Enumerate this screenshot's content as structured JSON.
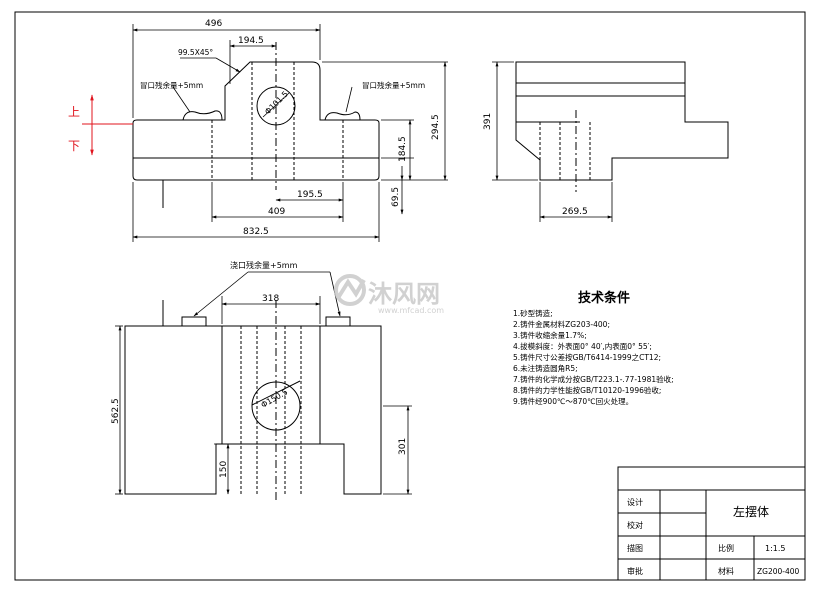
{
  "drawing": {
    "dims_front": {
      "width_top": "496",
      "offset_top": "194.5",
      "chamfer": "99.5X45°",
      "riser_left": "冒口残余量+5mm",
      "riser_right": "冒口残余量+5mm",
      "hole_dia": "Φ101.5",
      "h_294": "294.5",
      "h_184": "184.5",
      "h_69": "69.5",
      "w_195": "195.5",
      "w_409": "409",
      "w_total": "832.5"
    },
    "parting_labels": {
      "upper": "上",
      "lower": "下"
    },
    "dims_side": {
      "height": "391",
      "width": "269.5"
    },
    "dims_top": {
      "gate_note": "浇口残余量+5mm",
      "w_318": "318",
      "hole_dia": "Φ150.5",
      "h_562": "562.5",
      "h_301": "301",
      "h_150": "150"
    },
    "watermark": {
      "brand": "沐风网",
      "url": "www.mfcad.com"
    },
    "tech": {
      "title": "技术条件",
      "items": [
        "1.砂型铸造;",
        "2.铸件金属材料ZG203-400;",
        "3.铸件收缩余量1.7%;",
        "4.拔模斜度：外表面0° 40′,内表面0° 55′;",
        "5.铸件尺寸公差按GB/T6414-1999之CT12;",
        "6.未注铸造圆角R5;",
        "7.铸件的化学成分按GB/T223.1-.77-1981验收;",
        "8.铸件的力学性能按GB/T10120-1996验收;",
        "9.铸件经900℃～870℃回火处理。"
      ]
    },
    "titleblock": {
      "design": "设计",
      "check": "校对",
      "draw": "描图",
      "approve": "审批",
      "part_name": "左摆体",
      "scale_label": "比例",
      "scale_value": "1:1.5",
      "material_label": "材料",
      "material_value": "ZG200-400"
    }
  },
  "colors": {
    "line": "#000000",
    "accent": "#e0141e",
    "watermark": "#c9c9c9"
  }
}
